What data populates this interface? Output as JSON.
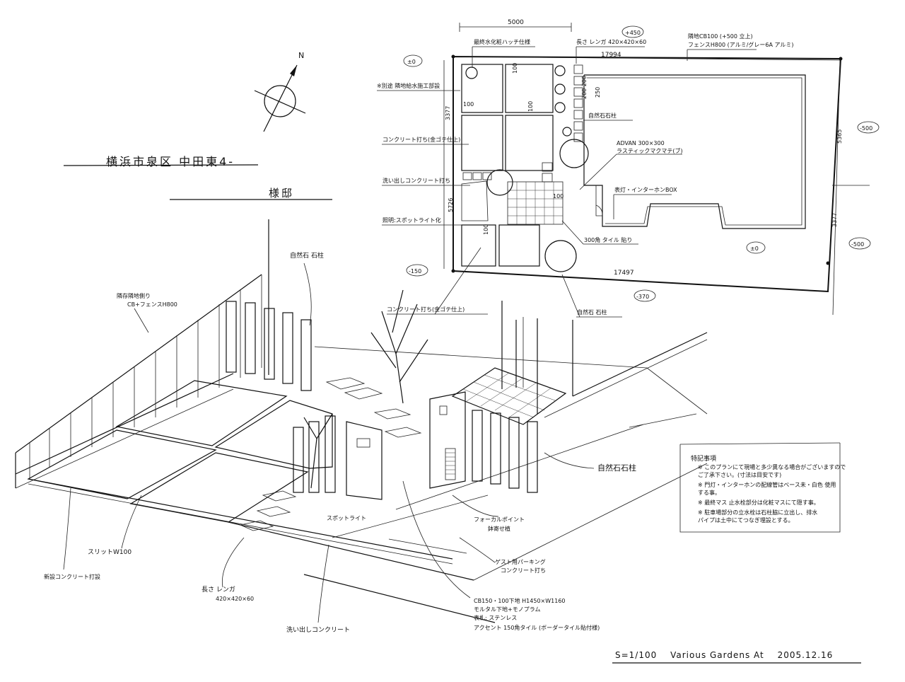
{
  "drawing": {
    "title": "横浜市泉区 中田東4-",
    "subtitle": "様邸",
    "north_label": "N",
    "scale": "S=1/100",
    "studio": "Various Gardens At",
    "date": "2005.12.16"
  },
  "plan": {
    "dim_top": "5000",
    "dim_length_top": "17994",
    "dim_length_bottom": "17497",
    "dim_left_1": "3377",
    "dim_left_2": "5726",
    "dim_right_1": "5365",
    "dim_right_2": "3377",
    "dim_100": "100",
    "dim_250": "250",
    "dim_200": "200 200",
    "level_pos450": "+450",
    "level_zero_left": "±0",
    "level_neg150": "-150",
    "level_neg500_a": "-500",
    "level_neg500_b": "-500",
    "level_neg370": "-370",
    "level_zero_house": "±0",
    "labels": {
      "hatch_top": "最終水化粧ハッチ仕様",
      "brick_top": "長さ レンガ 420×420×60",
      "fence_top_1": "隣地CB100 (+500 立上)",
      "fence_top_2": "フェンスH800 (アルミ/グレー6A アルミ)",
      "separate": "※別途 隣地給水施工部設",
      "concrete_1": "コンクリート打ち(金ゴテ仕上)",
      "wash_concrete": "洗い出しコンクリート打ち",
      "lighting": "照明:スポットライト化",
      "natural_stone_1": "自然石石柱",
      "advan": "ADVAN 300×300",
      "advan_sub": "ラスティックマクマテ(ブ)",
      "post": "表灯・インターホンBOX",
      "tile": "300角 タイル 貼り",
      "concrete_2": "コンクリート打ち(金ゴテ仕上)",
      "natural_stone_2": "自然石 石柱"
    }
  },
  "perspective": {
    "labels": {
      "existing_fence_1": "隣存隣地側り",
      "existing_fence_2": "CB+フェンスH800",
      "natural_stone_top": "自然石 石柱",
      "natural_stone_right": "自然石石柱",
      "focal_1": "フォーカルポイント",
      "focal_2": "鉢寄せ植",
      "spotlight": "スポットライト",
      "slit": "スリットW100",
      "existing_concrete": "新設コンクリート打設",
      "brick_1": "長さ レンガ",
      "brick_2": "420×420×60",
      "wash": "洗い出しコンクリート",
      "guest_1": "ゲスト用パーキング",
      "guest_2": "コンクリート打ち",
      "spec_1": "CB150・100下地 H1450×W1160",
      "spec_2": "モルタル下地+モノプラム",
      "spec_3": "表札: ステンレス",
      "spec_4": "アクセント 150角タイル (ボーダータイル貼付様)"
    }
  },
  "notes": {
    "title": "特記事項",
    "items": [
      "※ このプランにて現場と多少異なる場合がございますので",
      "   ご了承下さい。(寸法は目安です)",
      "※ 門灯・インターホンの配線管はベース未・白色 使用",
      "   する事。",
      "※ 最終マス 止水栓部分は化粧マスにて隠す事。",
      "※ 駐車場部分の立水栓は石柱脇に立出し、排水",
      "   パイプは土中にてつなぎ埋設とする。"
    ]
  }
}
